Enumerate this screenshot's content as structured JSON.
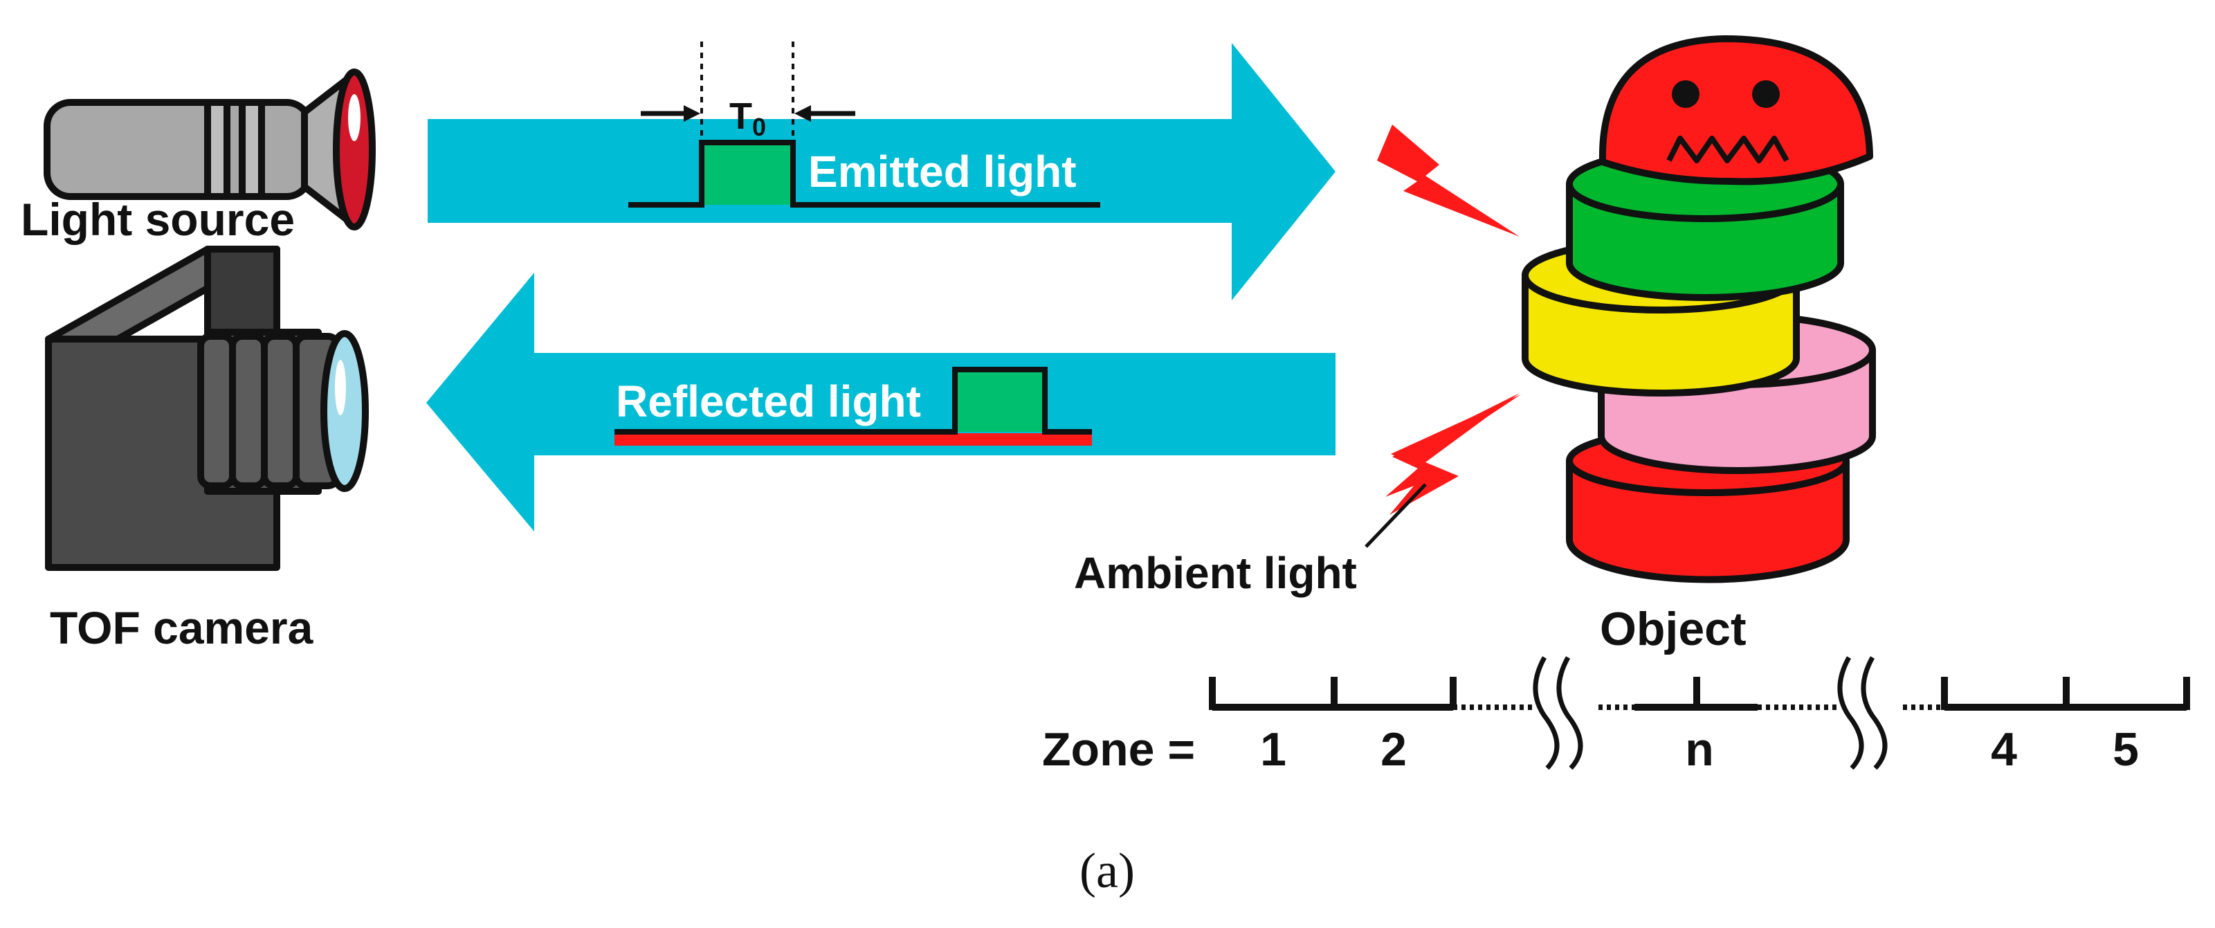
{
  "labels": {
    "light_source": "Light source",
    "tof_camera": "TOF camera",
    "emitted_light": "Emitted light",
    "reflected_light": "Reflected light",
    "ambient_light": "Ambient light",
    "object": "Object",
    "pulse_width": "T",
    "pulse_width_sub": "0",
    "zone_prefix": "Zone =",
    "caption": "(a)"
  },
  "zones": [
    "1",
    "2",
    "n",
    "4",
    "5"
  ],
  "colors": {
    "beam": "#00bcd4",
    "pulse": "#00c070",
    "ambient": "#ff1a1a",
    "object_top": "#ff1a1a",
    "ring_green": "#00b82e",
    "ring_yellow": "#f5e600",
    "ring_pink": "#f7a3c8",
    "ring_red": "#ff1a1a"
  }
}
